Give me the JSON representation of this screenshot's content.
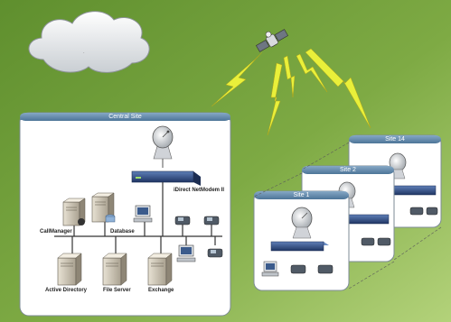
{
  "colors": {
    "background": "#6f9e3b",
    "background_light": "#a6c96a",
    "panel_header": "#5f86a8",
    "lightning": "#e8ef38",
    "router": "#2f4f8a"
  },
  "central_site": {
    "title": "Central Site",
    "router_label": "iDirect NetModem II",
    "servers": {
      "callmanager": "CallManager",
      "database": "Database",
      "active_directory": "Active Directory",
      "file_server": "File Server",
      "exchange": "Exchange"
    }
  },
  "remote_sites": [
    {
      "title": "Site 1"
    },
    {
      "title": "Site 2"
    },
    {
      "title": "Site 14"
    }
  ],
  "icons": [
    "cloud-icon",
    "satellite-icon",
    "satellite-dish-icon",
    "router-icon",
    "server-icon",
    "ip-phone-icon",
    "workstation-icon",
    "lightning-bolt-icon"
  ]
}
